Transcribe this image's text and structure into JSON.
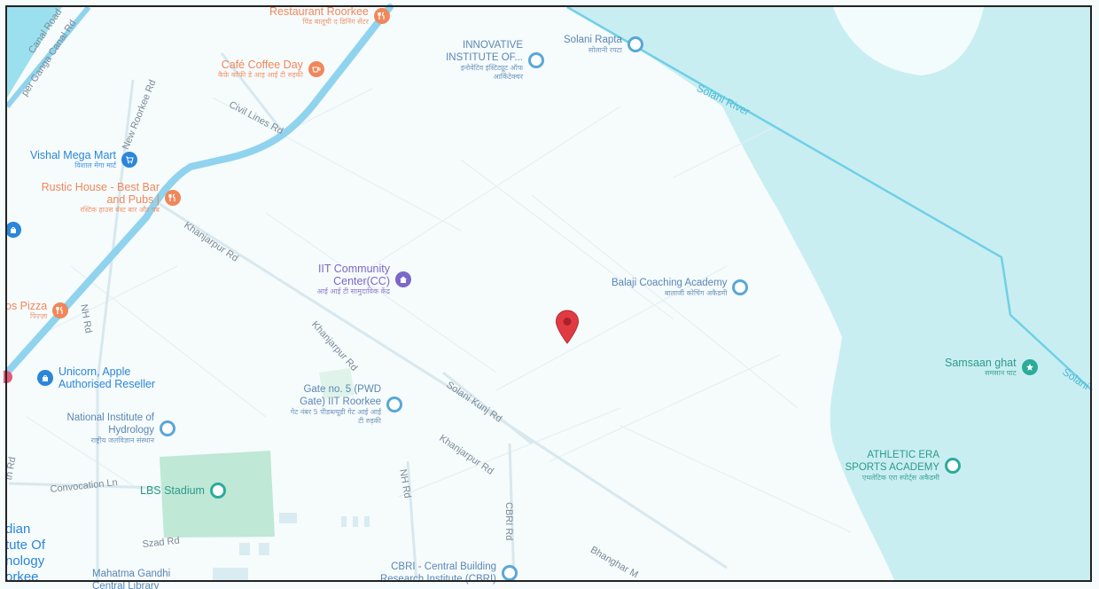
{
  "map": {
    "colors": {
      "background": "#f6fbfc",
      "water": "#c9eef2",
      "park": "#bfe8d6",
      "major_road": "#8fd3ee",
      "river": "#6fd0e6",
      "pin": "#e03b43",
      "food": "#f0875a",
      "shop": "#2a86d9",
      "place": "#7b68c7",
      "landmark": "#2cab9a",
      "road_label": "#7a8a96"
    },
    "roads": {
      "upper_ganga_canal_rd": "per Ganga Canal Rd",
      "canal_road": "Canal Road",
      "new_roorkee_rd": "New Roorkee Rd",
      "civil_lines_rd": "Civil Lines Rd",
      "khanjarpur_rd_1": "Khanjarpur Rd",
      "khanjarpur_rd_2": "Khanjarpur Rd",
      "khanjarpur_rd_3": "Khanjarpur Rd",
      "nh_rd_1": "NH Rd",
      "nh_rd_2": "NH Rd",
      "solani_kunj_rd": "Solani Kunj Rd",
      "convocation_ln": "Convocation Ln",
      "cbri_rd": "CBRI Rd",
      "szad_rd": "Szad Rd",
      "bhanghar": "Bhanghar M",
      "solani_river": "Solani River",
      "solani_right": "Solani",
      "edge_rd": "th Rd"
    },
    "places": {
      "restaurant_top": {
        "name": "Restaurant Roorkee",
        "sub": "पिंड बालूची द डिनिंग सेंटर"
      },
      "innovative": {
        "name": "INNOVATIVE INSTITUTE OF...",
        "sub": "इनोवेटिव इंस्टिट्यूट ऑफ आर्किटेक्चर"
      },
      "solani_rapta": {
        "name": "Solani Rapta",
        "sub": "सोलानी रपटा"
      },
      "cafe_coffee_day": {
        "name": "Café Coffee Day",
        "sub": "कैफ़े कॉफी डे आइ आई टी रुड़की"
      },
      "vishal_mega_mart": {
        "name": "Vishal Mega Mart",
        "sub": "विशाल मेगा मार्ट"
      },
      "rustic_house": {
        "name": "Rustic House - Best Bar and Pubs |",
        "sub": "रस्टिक हाउस बेस्ट बार और पब"
      },
      "iit_cc": {
        "name": "IIT Community Center(CC)",
        "sub": "आई आई टी सामुदायिक केंद्र"
      },
      "balaji": {
        "name": "Balaji Coaching Academy",
        "sub": "बालाजी कोचिंग अकैडमी"
      },
      "pizza": {
        "name": "os Pizza",
        "sub": "पिज़्ज़ा"
      },
      "unicorn": {
        "name": "Unicorn, Apple Authorised Reseller"
      },
      "samsaan_ghat": {
        "name": "Samsaan ghat",
        "sub": "समसान घाट"
      },
      "gate5": {
        "name": "Gate no. 5 (PWD Gate) IIT Roorkee",
        "sub": "गेट नंबर 5 पीडब्ल्यूडी गेट आई आई टी रुड़की"
      },
      "nih": {
        "name": "National Institute of Hydrology",
        "sub": "राष्ट्रीय जलविज्ञान संस्थान"
      },
      "athletic_era": {
        "name": "ATHLETIC ERA SPORTS ACADEMY",
        "sub": "एथलेटिक एरा स्पोर्ट्स अकैडमी"
      },
      "lbs_stadium": {
        "name": "LBS Stadium"
      },
      "iit_edge": {
        "name": "dian\ntute Of\nnology\norkee"
      },
      "cbri": {
        "name": "CBRI - Central Building Research Institute (CBRI)"
      },
      "mahatma": {
        "name": "Mahatma Gandhi Central Library"
      }
    },
    "icons": {
      "food": "fork-knife-icon",
      "cafe": "coffee-cup-icon",
      "shop": "shopping-cart-icon",
      "bag": "shopping-bag-icon",
      "place": "landmark-icon",
      "pin": "map-pin-icon"
    }
  }
}
